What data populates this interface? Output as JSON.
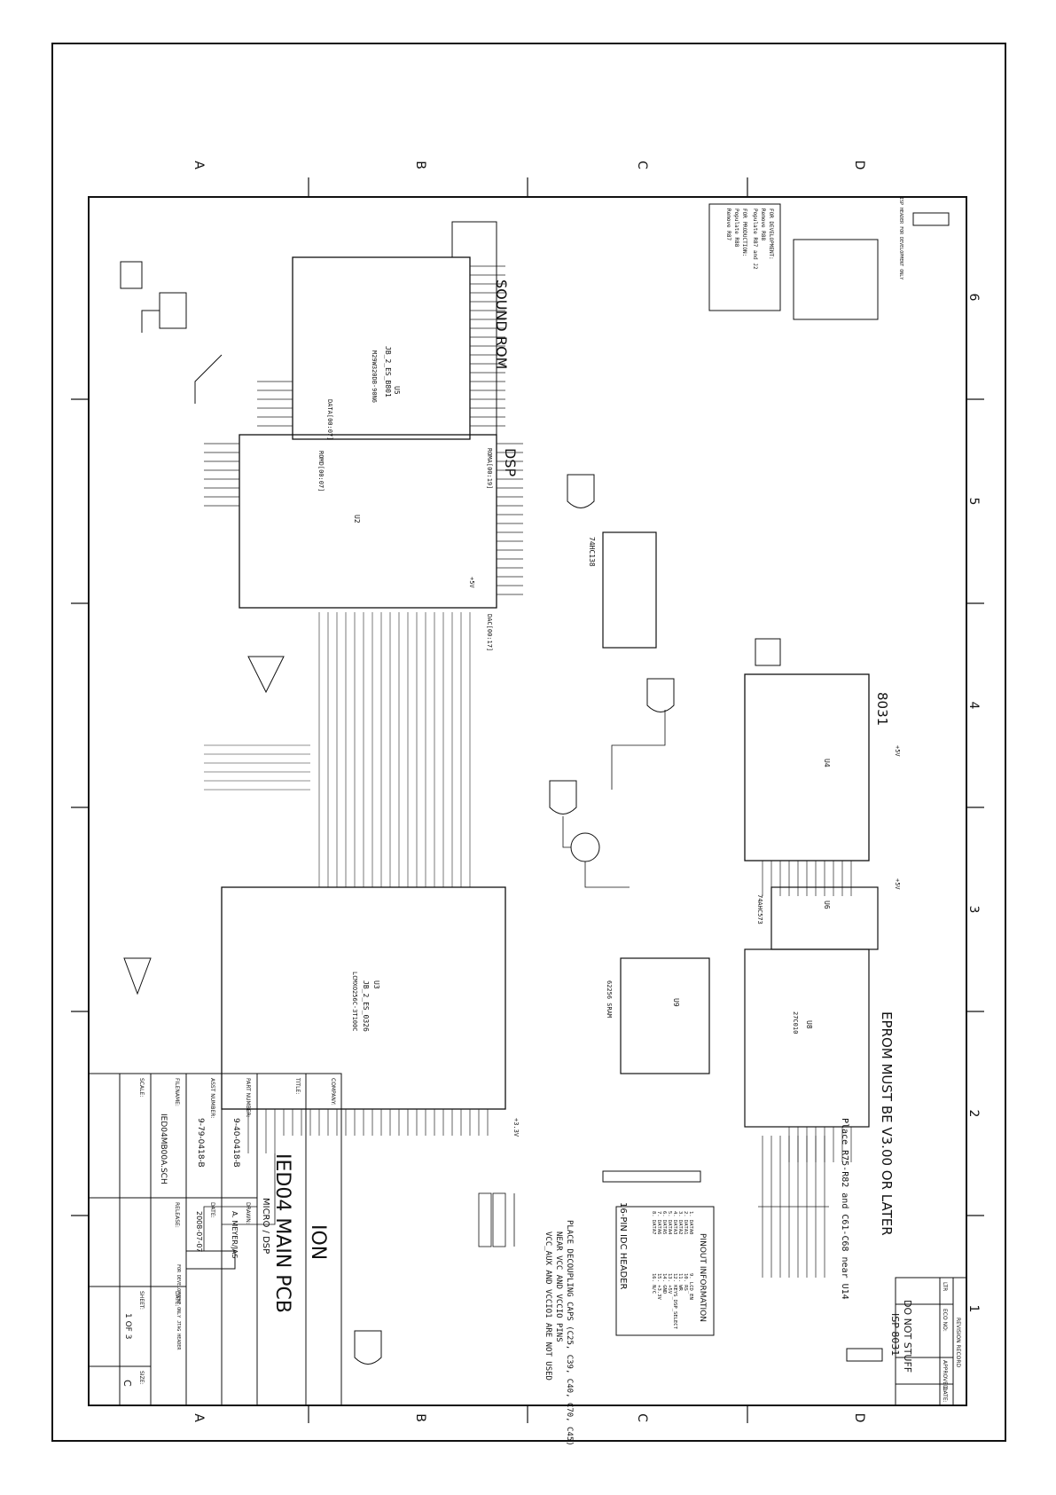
{
  "sheet": {
    "zone_letters": [
      "A",
      "B",
      "C",
      "D"
    ],
    "zone_numbers": [
      "6",
      "5",
      "4",
      "3",
      "2",
      "1"
    ]
  },
  "blocks": {
    "sound_rom_title": "SOUND ROM",
    "sound_rom_part": "U5",
    "sound_rom_name": "JB_2_ES_B801",
    "sound_rom_pn": "M29W320DB-90N6",
    "dsp_title": "DSP",
    "dsp_part": "U2",
    "dsp_bus_in": "DATA[00:07]",
    "dsp_bus_out": "DAC[00:17]",
    "rom_bus": "ROMA[00:19]",
    "rom_data_bus": "ROMD[00:07]",
    "cpu_title": "8031",
    "cpu_part": "U4",
    "cpu_note": "DO NOT STUFF",
    "cpu_isp": "ISP 8031",
    "latch_part": "74AHC573",
    "latch_name": "U6",
    "eprom_part": "U8",
    "eprom_name": "27C010",
    "eprom_note": "EPROM MUST BE V3.00 OR LATER",
    "sram_part": "U9",
    "sram_name": "62256 SRAM",
    "fpga_part": "U3",
    "fpga_name": "JB_2_ES_0326",
    "fpga_pn": "LCMXO256C-3T100C",
    "decoder_part": "74HC138",
    "cap_note_line1": "PLACE DECOUPLING CAPS (C25, C39, C40, C70, C45)",
    "cap_note_line2": "NEAR VCC AND VCCIO PINS",
    "cap_note_line3": "VCC_AUX AND VCCIO1 ARE NOT USED",
    "resistor_note": "Place R75-R82 and C61-C68 near U14",
    "header_title": "16-PIN IDC HEADER",
    "pinout_title": "PINOUT INFORMATION",
    "pinout_items": [
      "1. DATA0",
      "2. DATA1",
      "3. DATA2",
      "4. DATA3",
      "5. DATA4",
      "6. DATA5",
      "7. DATA6",
      "8. DATA7",
      "9. LCD_EN",
      "10. RS",
      "11. WR",
      "12. KEYS_DSP_SELECT",
      "13. +5V",
      "14. GND",
      "15. +3.3V",
      "16. N/C"
    ],
    "jtag_label": "FOR DEVELOPMENT ONLY JTAG HEADER",
    "isp_header_label": "ISP HEADER FOR DEVELOPMENT ONLY",
    "dev_notes": [
      "FOR DEVELOPMENT:",
      "Remove R88",
      "Populate R87 and J2",
      "FOR PRODUCTION:",
      "Populate R88",
      "Remove R87"
    ],
    "rails": [
      "+5V",
      "+3.3V",
      "GND"
    ]
  },
  "title_block": {
    "company_label": "COMPANY:",
    "company": "ION",
    "title_label": "TITLE:",
    "title_line1": "IED04 MAIN PCB",
    "title_line2": "MICRO / DSP",
    "part_number_label": "PART NUMBER:",
    "part_number": "9-40-0418-B",
    "asst_number_label": "ASST NUMBER:",
    "asst_number": "9-79-0418-B",
    "filename_label": "FILENAME:",
    "filename": "IED04MB00A.SCH",
    "drawn_label": "DRAWN:",
    "drawn": "A. MEYER/JAS",
    "date_label": "DATE:",
    "date": "2008-07-07",
    "release_label": "RELEASE:",
    "scale_label": "SCALE:",
    "sheet_label": "SHEET:",
    "sheet": "1 OF 3",
    "size_label": "SIZE:",
    "size": "C"
  },
  "revision_block": {
    "title": "REVISION RECORD",
    "col_ltr": "LTR",
    "col_eco": "ECO NO:",
    "col_approved": "APPROVED:",
    "col_date": "DATE:"
  }
}
